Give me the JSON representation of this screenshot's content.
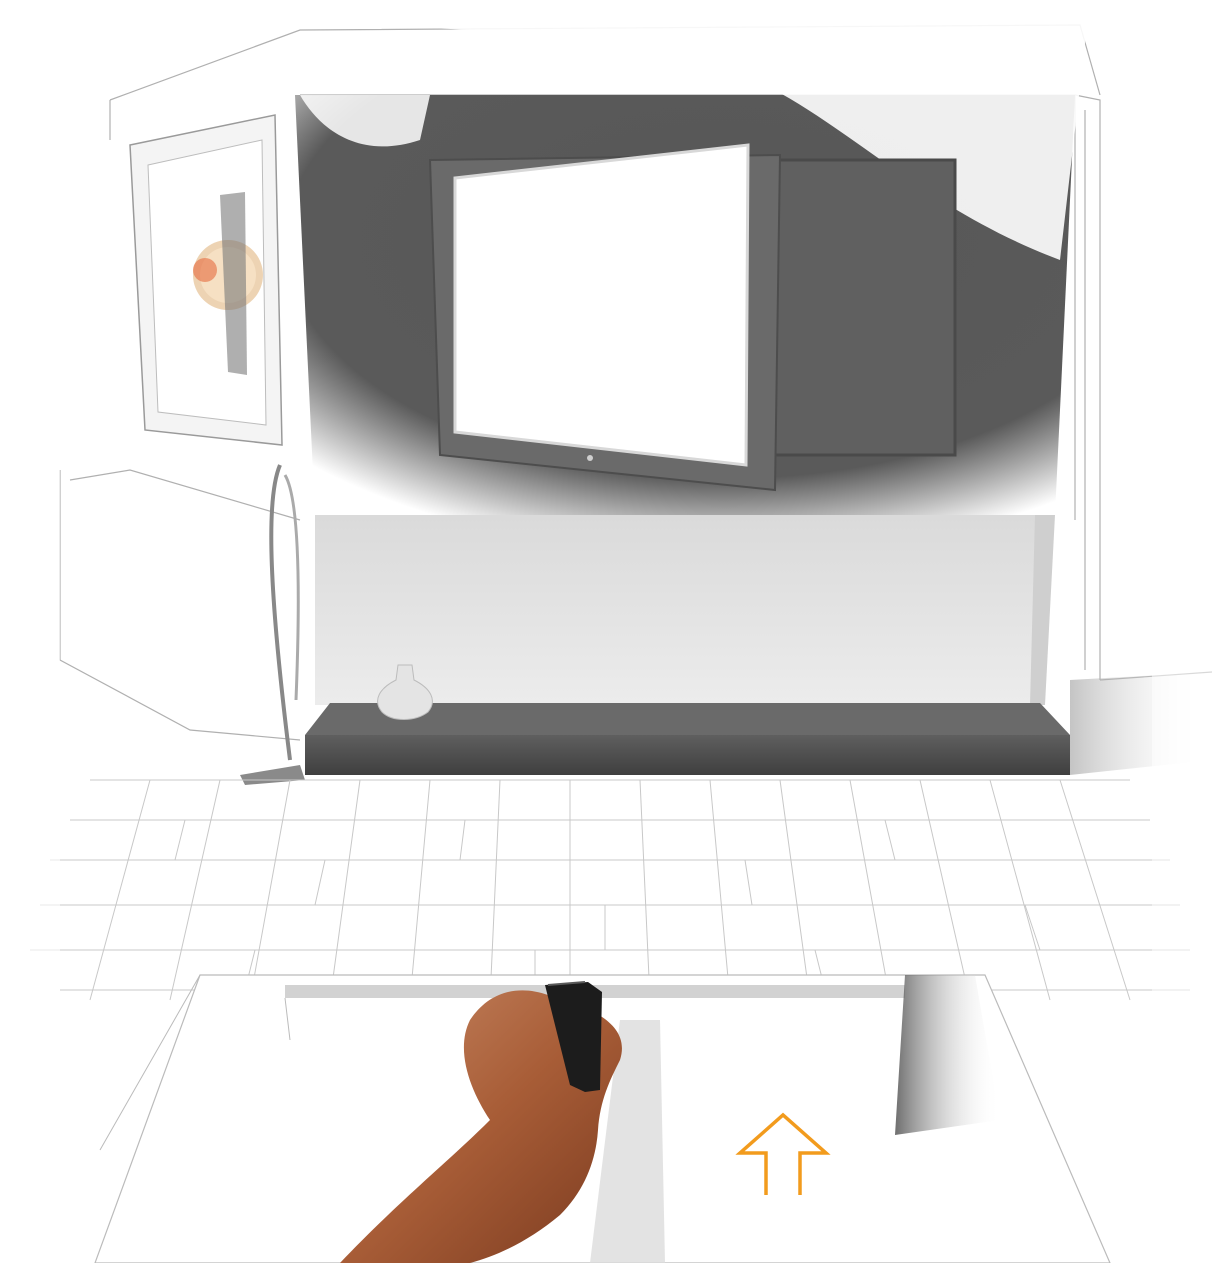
{
  "scene": {
    "description_elements": [
      "room-sketch",
      "dark-wall-panel",
      "wall-mounted-screen",
      "side-cabinet-panel",
      "framed-artwork",
      "floor-lamp",
      "low-shelf",
      "vase",
      "wood-plank-floor",
      "coffee-table",
      "hand-holding-remote",
      "up-arrow-icon"
    ],
    "colors": {
      "wall_dark": "#575757",
      "wall_light": "#e6e6e6",
      "screen": "#ffffff",
      "shelf": "#4f4f4f",
      "arrow": "#f29b1d",
      "skin": "#b5683f",
      "remote": "#1c1c1c",
      "sketch_line": "#9a9a9a"
    }
  }
}
